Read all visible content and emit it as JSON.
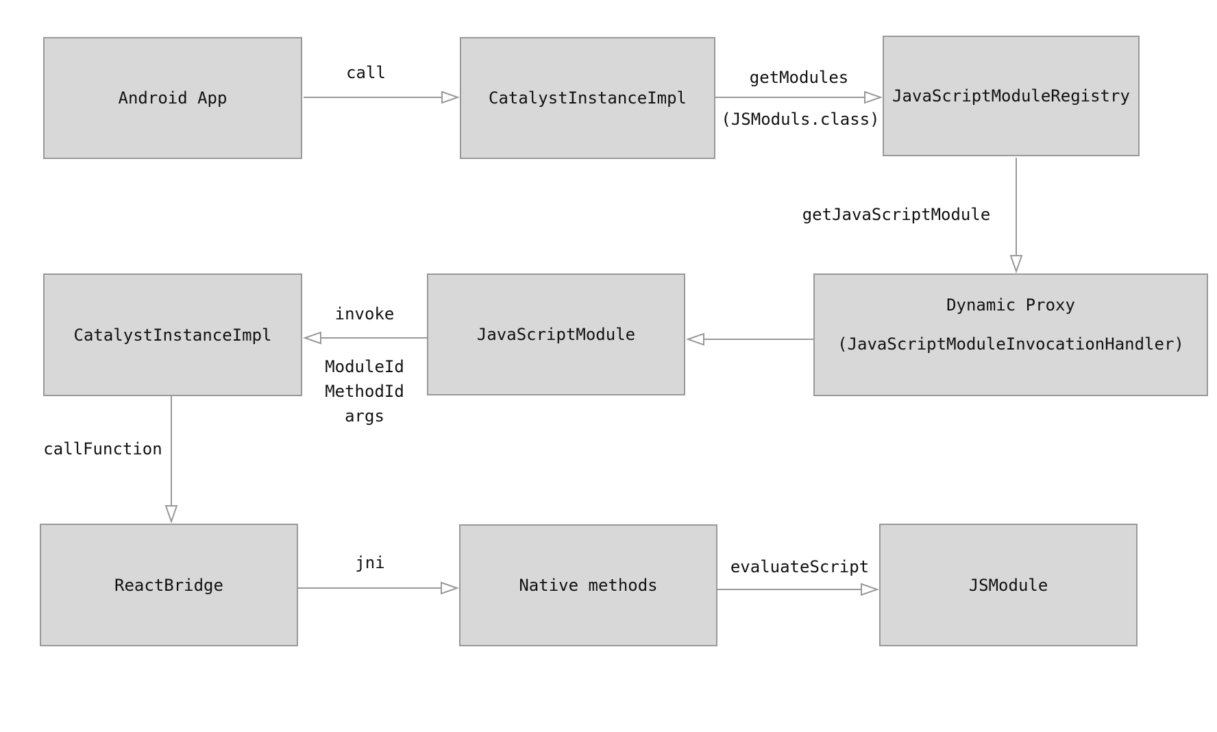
{
  "diagram": {
    "description": "Flow diagram of the React Native Android bridge JavaScript module invocation path",
    "colors": {
      "background": "#ffffff",
      "node_fill": "#d8d8d8",
      "node_border": "#989898",
      "arrow": "#989898",
      "text": "#111111"
    },
    "nodes": {
      "android_app": {
        "label": "Android App"
      },
      "catalyst_top": {
        "label": "CatalystInstanceImpl"
      },
      "registry": {
        "label": "JavaScriptModuleRegistry"
      },
      "catalyst_mid": {
        "label": "CatalystInstanceImpl"
      },
      "js_module_mid": {
        "label": "JavaScriptModule"
      },
      "dynamic_proxy": {
        "line1": "Dynamic Proxy",
        "line2": "(JavaScriptModuleInvocationHandler)"
      },
      "react_bridge": {
        "label": "ReactBridge"
      },
      "native_methods": {
        "label": "Native methods"
      },
      "js_module": {
        "label": "JSModule"
      }
    },
    "edges": [
      {
        "from": "android_app",
        "to": "catalyst_top",
        "labels": [
          "call"
        ]
      },
      {
        "from": "catalyst_top",
        "to": "registry",
        "labels": [
          "getModules",
          "(JSModuls.class)"
        ]
      },
      {
        "from": "registry",
        "to": "dynamic_proxy",
        "labels": [
          "getJavaScriptModule"
        ]
      },
      {
        "from": "dynamic_proxy",
        "to": "js_module_mid",
        "labels": []
      },
      {
        "from": "js_module_mid",
        "to": "catalyst_mid",
        "labels": [
          "invoke",
          "ModuleId",
          "MethodId",
          "args"
        ]
      },
      {
        "from": "catalyst_mid",
        "to": "react_bridge",
        "labels": [
          "callFunction"
        ]
      },
      {
        "from": "react_bridge",
        "to": "native_methods",
        "labels": [
          "jni"
        ]
      },
      {
        "from": "native_methods",
        "to": "js_module",
        "labels": [
          "evaluateScript"
        ]
      }
    ],
    "edge_labels": {
      "call": "call",
      "get_modules": "getModules",
      "js_moduls_class": "(JSModuls.class)",
      "get_javascript_module": "getJavaScriptModule",
      "invoke": "invoke",
      "module_id": "ModuleId",
      "method_id": "MethodId",
      "args": "args",
      "call_function": "callFunction",
      "jni": "jni",
      "evaluate_script": "evaluateScript"
    }
  }
}
